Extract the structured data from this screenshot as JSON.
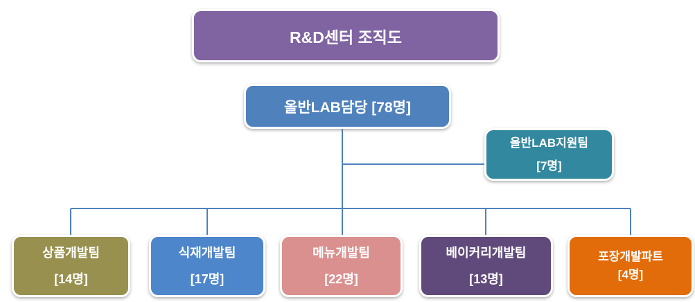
{
  "title": {
    "label": "R&D센터 조직도",
    "color": "#8064A2"
  },
  "root": {
    "label": "올반LAB담당 [78명]",
    "color": "#4F81BD"
  },
  "support": {
    "name": "올반LAB지원팀",
    "count": "[7명]",
    "color": "#31889F"
  },
  "teams": [
    {
      "name": "상품개발팀",
      "count": "[14명]",
      "color": "#98904F"
    },
    {
      "name": "식재개발팀",
      "count": "[17명]",
      "color": "#4E86CB"
    },
    {
      "name": "메뉴개발팀",
      "count": "[22명]",
      "color": "#D9908E"
    },
    {
      "name": "베이커리개발팀",
      "count": "[13명]",
      "color": "#604A7B"
    },
    {
      "name": "포장개발파트",
      "count": "[4명]",
      "color": "#E36C0A"
    }
  ],
  "connector": {
    "color": "#4E81BD"
  }
}
